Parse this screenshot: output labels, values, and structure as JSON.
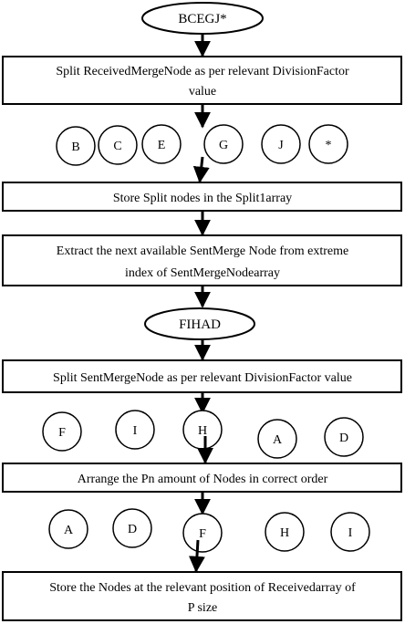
{
  "nodes": {
    "top_oval": "BCEGJ*",
    "box1_line1": "Split ReceivedMergeNode as per relevant DivisionFactor",
    "box1_line2": "value",
    "row1": [
      "B",
      "C",
      "E",
      "G",
      "J",
      "*"
    ],
    "box2": "Store Split nodes in the Split1array",
    "box3_line1": "Extract the next available SentMerge Node from extreme",
    "box3_line2": "index of SentMergeNodearray",
    "mid_oval": "FIHAD",
    "box4": "Split SentMergeNode as per relevant DivisionFactor value",
    "row2": [
      "F",
      "I",
      "H",
      "A",
      "D"
    ],
    "box5": "Arrange the Pn amount of Nodes in correct order",
    "row3": [
      "A",
      "D",
      "F",
      "H",
      "I"
    ],
    "box6_line1": "Store the Nodes at the relevant position of Receivedarray of",
    "box6_line2": "P size"
  },
  "colors": {
    "stroke": "#000000",
    "background": "#ffffff"
  }
}
